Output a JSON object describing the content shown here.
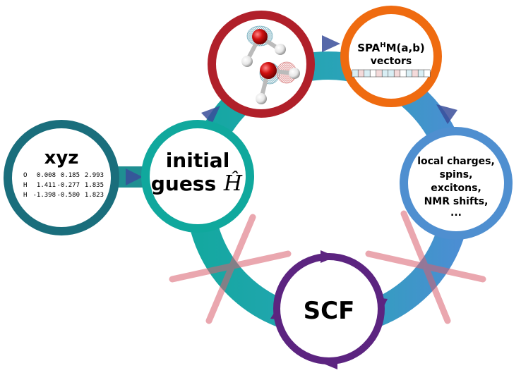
{
  "nodes": {
    "xyz": {
      "title": "xyz",
      "rows": [
        {
          "atom": "O",
          "x": "0.008",
          "y": "0.185",
          "z": "2.993"
        },
        {
          "atom": "H",
          "x": "1.411",
          "y": "-0.277",
          "z": "1.835"
        },
        {
          "atom": "H",
          "x": "-1.398",
          "y": "-0.580",
          "z": "1.823"
        }
      ]
    },
    "initial_guess": {
      "line1": "initial",
      "line2": "guess",
      "symbol": "Ĥ"
    },
    "molecule": {
      "image": "water-dimer-orbital-icon"
    },
    "spahm": {
      "prefix": "SPA",
      "superscript": "H",
      "suffix": "M(a,b)",
      "line2": "vectors",
      "vector_cells": 13
    },
    "properties": {
      "lines": [
        "local charges,",
        "spins,",
        "excitons,",
        "NMR shifts,",
        "..."
      ]
    },
    "scf": {
      "label": "SCF"
    }
  },
  "colors": {
    "xyz_ring": "#1a6e7c",
    "guess_ring": "#10a89d",
    "molecule_ring": "#b0202a",
    "spahm_ring": "#ef6b10",
    "properties_ring": "#4f8fd0",
    "scf_ring": "#5c2480",
    "arrow": "#3a4d9a",
    "cross": "#d9606e"
  }
}
